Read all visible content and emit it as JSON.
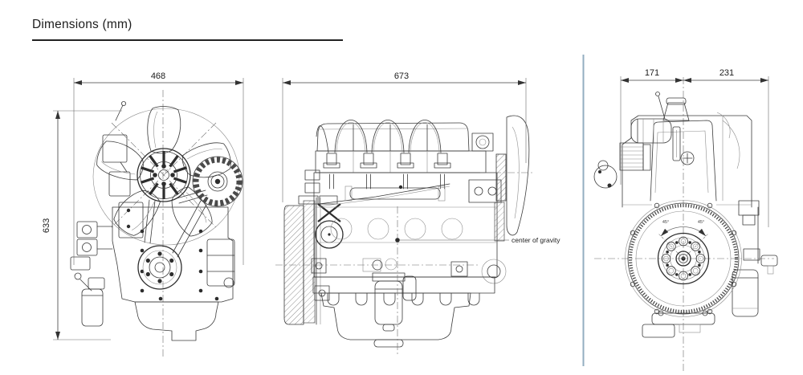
{
  "header": {
    "title": "Dimensions (mm)"
  },
  "views": {
    "front": {
      "width_mm": "468",
      "height_mm": "633"
    },
    "side": {
      "length_mm": "673",
      "cog_label": "center of gravity"
    },
    "rear": {
      "dim_left_mm": "171",
      "dim_right_mm": "231",
      "flywheel_angle_left": "45°",
      "flywheel_angle_right": "45°"
    }
  },
  "colors": {
    "line": "#3b3b3b",
    "divider": "#93aec0",
    "text": "#1c1c1c",
    "background": "#ffffff"
  }
}
